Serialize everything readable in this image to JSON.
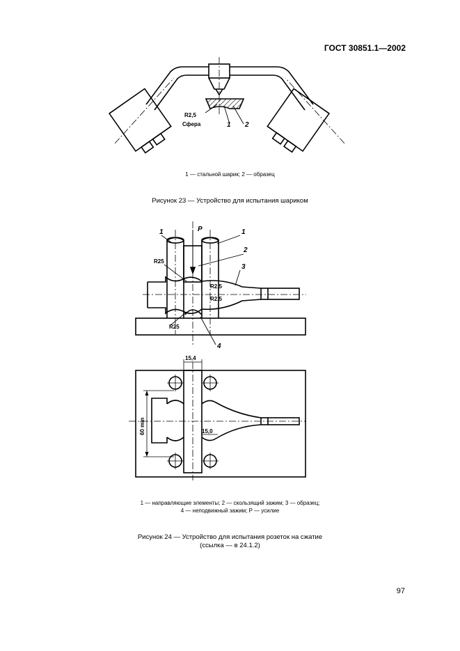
{
  "header": "ГОСТ 30851.1—2002",
  "fig23": {
    "labels": {
      "radius": "R2,5",
      "sphere": "Сфера",
      "n1": "1",
      "n2": "2"
    },
    "legend": "1 — стальной шарик; 2 — образец",
    "caption": "Рисунок 23 — Устройство для испытания шариком"
  },
  "fig24": {
    "labels": {
      "p": "P",
      "n1a": "1",
      "n1b": "1",
      "n2": "2",
      "n3": "3",
      "n4": "4",
      "r25a": "R25",
      "r25b": "R25",
      "r25c": "R2,5",
      "r25d": "R2,5",
      "dim154": "15,4",
      "dim60": "60 min",
      "dim150": "15,0"
    },
    "legend_line1": "1 — направляющие элементы; 2 — скользящий зажим; 3 — образец;",
    "legend_line2": "4 — неподвижный зажим; P — усилие",
    "caption_line1": "Рисунок 24 — Устройство для испытания розеток на сжатие",
    "caption_line2": "(ссылка — в 24.1.2)"
  },
  "page_number": "97"
}
